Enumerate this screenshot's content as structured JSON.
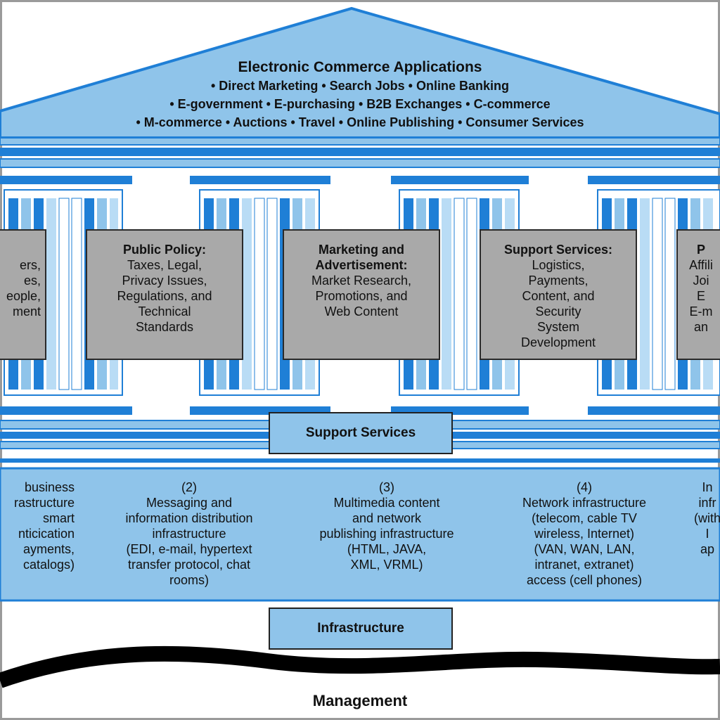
{
  "roof": {
    "title": "Electronic Commerce Applications",
    "lines": [
      "• Direct Marketing • Search Jobs • Online Banking",
      "• E-government • E-purchasing • B2B Exchanges • C-commerce",
      "• M-commerce • Auctions • Travel • Online Publishing • Consumer Services"
    ]
  },
  "pillars": [
    {
      "head": "",
      "body": "ers,\nes,\neople,\nment"
    },
    {
      "head": "Public Policy:",
      "body": "Taxes, Legal,\nPrivacy Issues,\nRegulations, and\nTechnical\nStandards"
    },
    {
      "head": "Marketing and\nAdvertisement:",
      "body": "Market Research,\nPromotions, and\nWeb Content"
    },
    {
      "head": "Support Services:",
      "body": "Logistics,\nPayments,\nContent, and\nSecurity\nSystem\nDevelopment"
    },
    {
      "head": "P",
      "body": "Affili\nJoi\nE\nE-m\nan"
    }
  ],
  "support_label": "Support Services",
  "infrastructure": {
    "columns": [
      "business\nrastructure\nsmart\nnticication\nayments,\ncatalogs)",
      "(2)\nMessaging and\ninformation distribution\ninfrastructure\n(EDI, e-mail, hypertext\ntransfer protocol, chat\nrooms)",
      "(3)\nMultimedia content\nand network\npublishing infrastructure\n(HTML, JAVA,\nXML, VRML)",
      "(4)\nNetwork infrastructure\n(telecom, cable TV\nwireless, Internet)\n(VAN, WAN, LAN,\nintranet, extranet)\naccess (cell phones)",
      "In\ninfr\n(with\nI\nap"
    ],
    "label": "Infrastructure"
  },
  "management_label": "Management",
  "colors": {
    "light_blue": "#8fc4ea",
    "mid_blue": "#b9dcf5",
    "dark_blue": "#1f7fd6",
    "gray_box": "#a9a9a9"
  }
}
